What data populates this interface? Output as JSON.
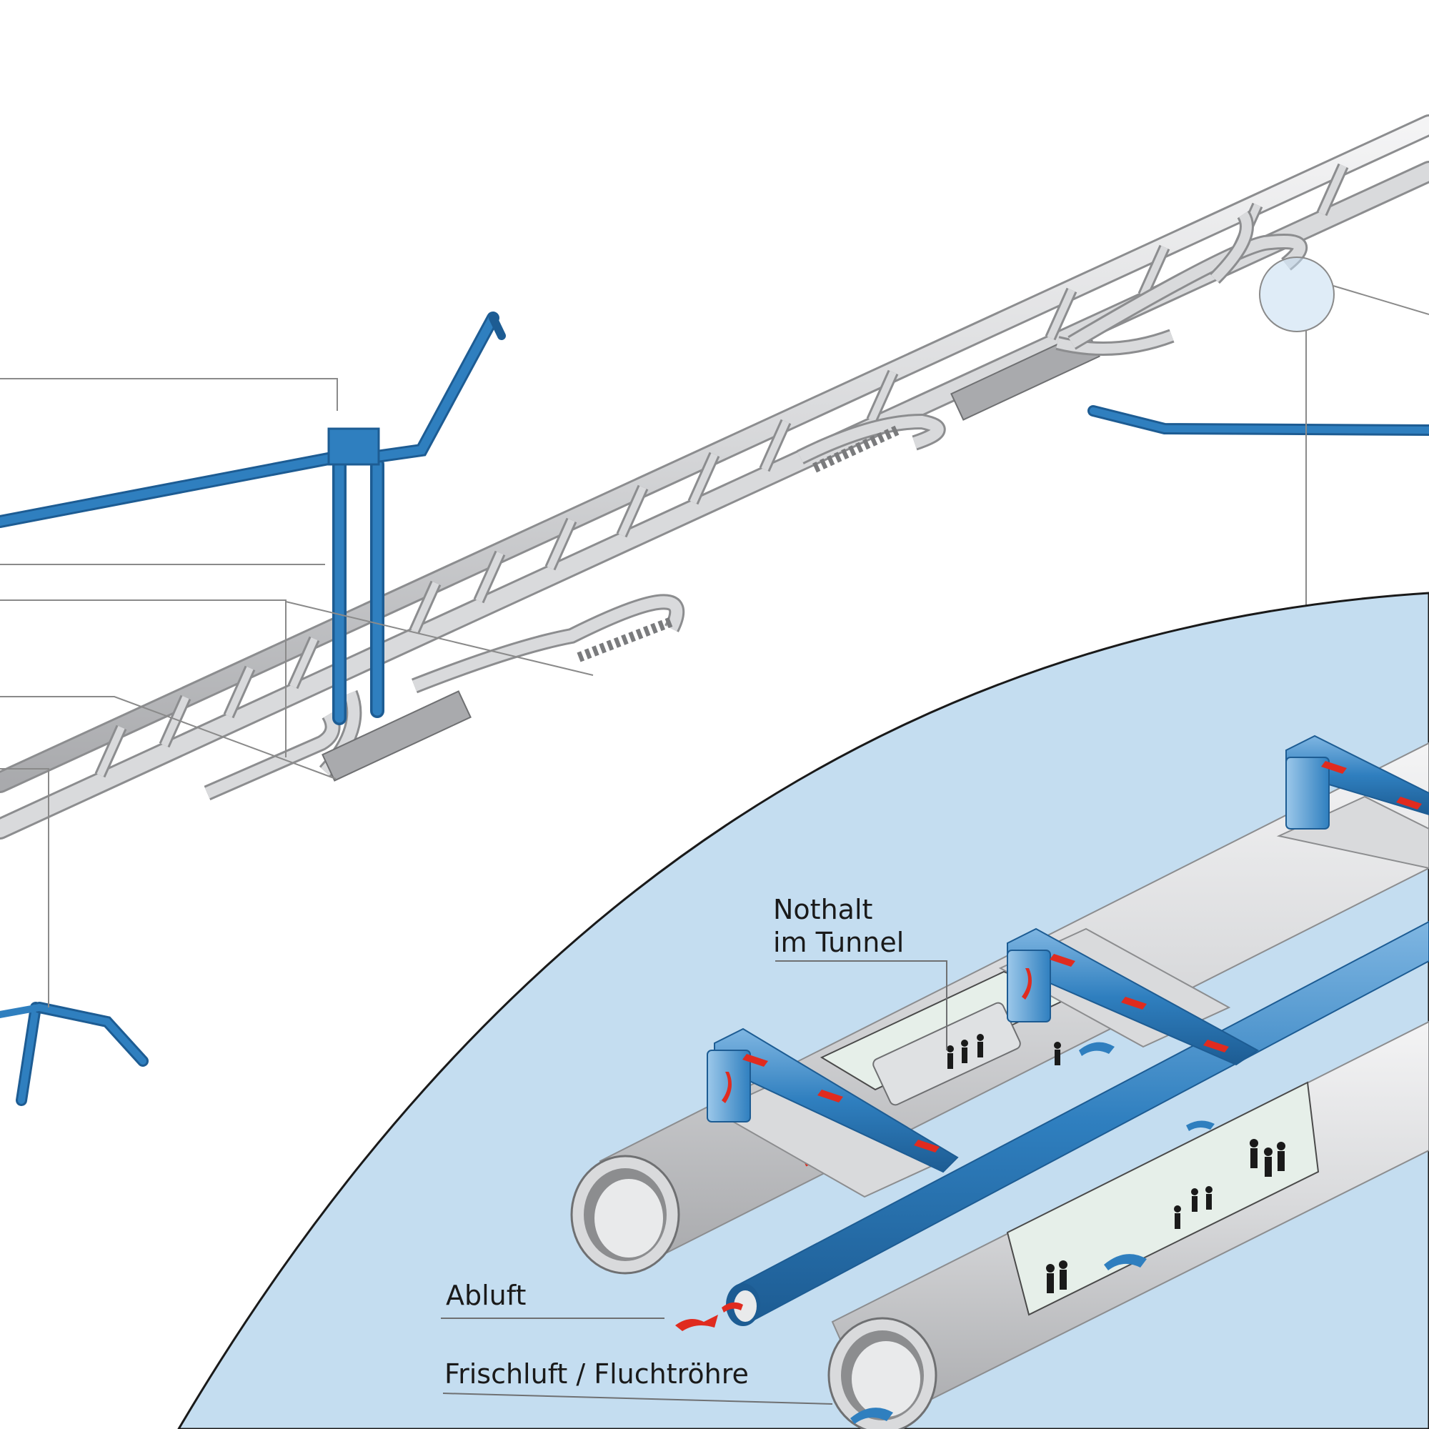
{
  "labels": {
    "emergency_stop": [
      "Nothalt",
      "im Tunnel"
    ],
    "exhaust_air": "Abluft",
    "fresh_air": "Frischluft / Fluchtröhre"
  },
  "colors": {
    "tunnel_grey": "#c7c8ca",
    "tunnel_outline": "#8c8d8f",
    "shaft_blue": "#2f7fbf",
    "detail_bg": "#c4ddf0",
    "exhaust_arrow": "#e02b1f",
    "fresh_arrow": "#2f7fbf",
    "leader_line": "#8a8a8a"
  }
}
